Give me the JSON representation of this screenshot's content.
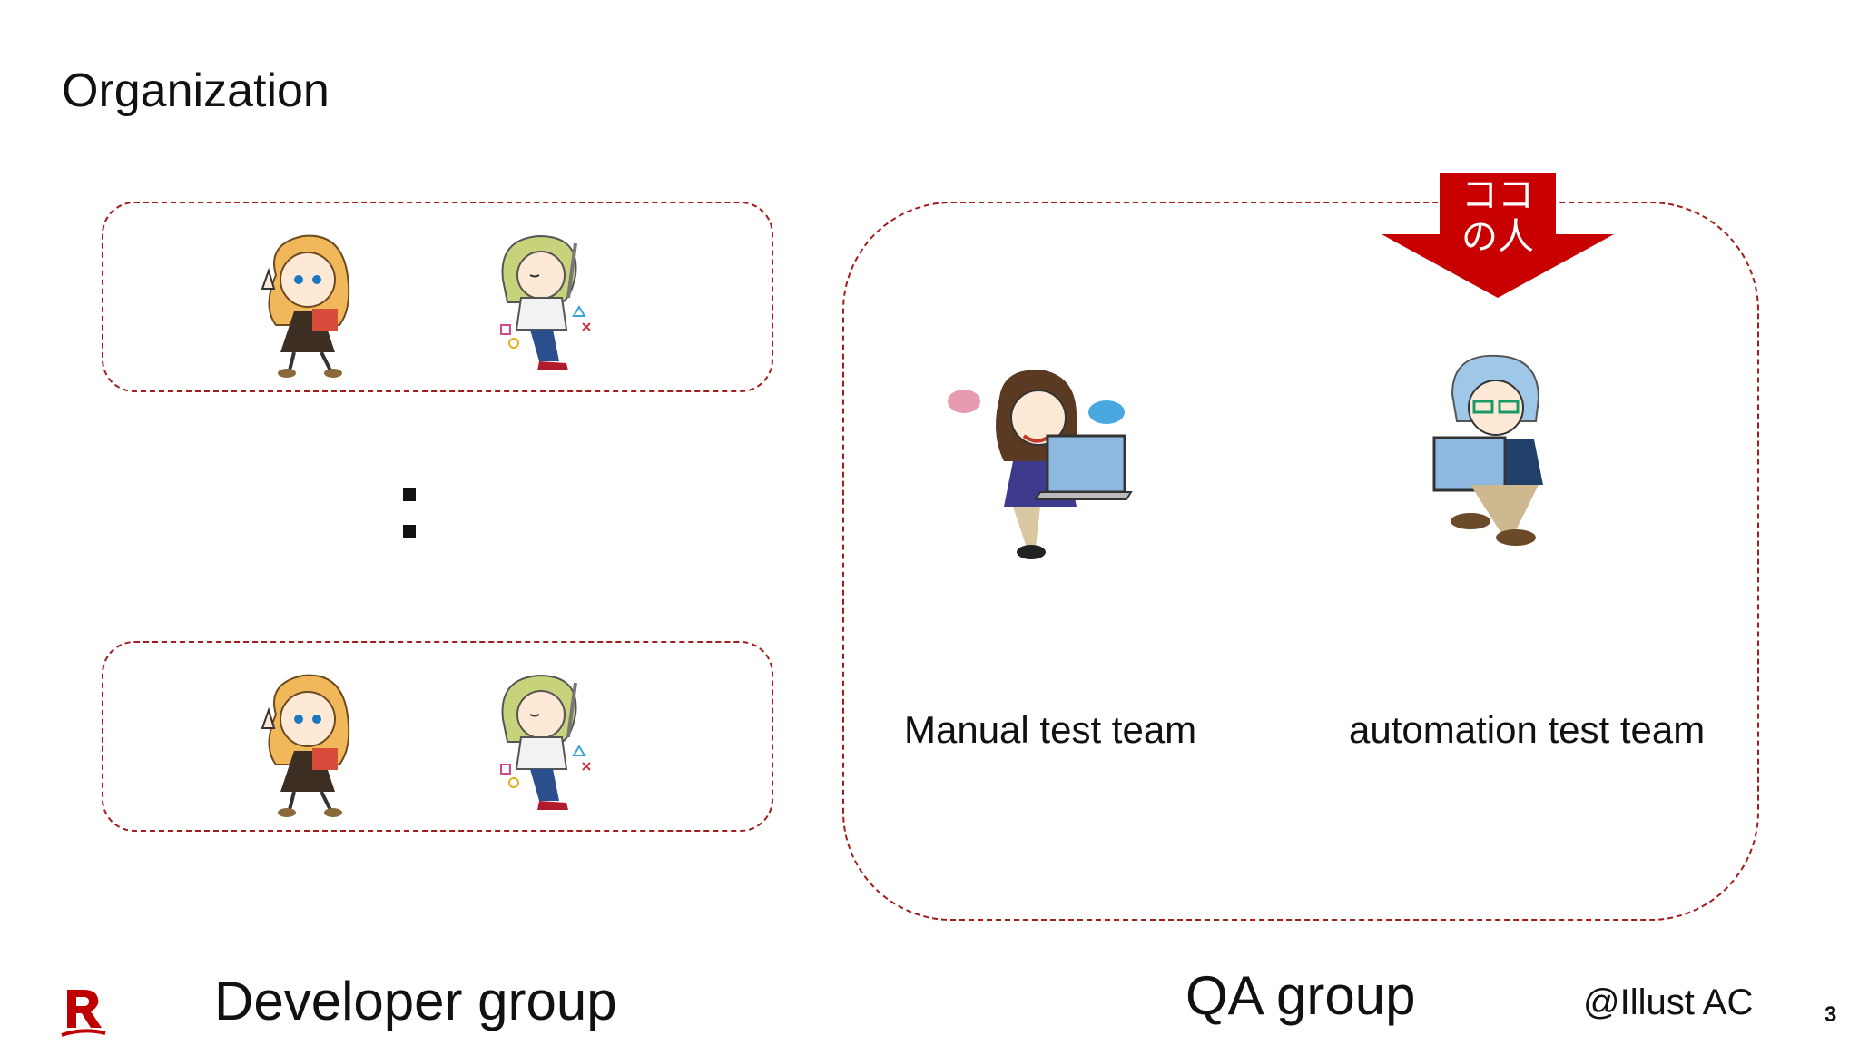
{
  "slide": {
    "title": "Organization",
    "developer_group_label": "Developer group",
    "qa_group_label": "QA group",
    "manual_team_label": "Manual test team",
    "automation_team_label": "automation test team",
    "callout": {
      "line1": "ココ",
      "line2": "の人"
    },
    "credit": "@Illust AC",
    "page_number": "3"
  },
  "colors": {
    "accent_red": "#c80000",
    "dashed_border": "#a31c1c",
    "logo_red": "#bf0000"
  },
  "icons": [
    "rakuten-logo-icon",
    "down-arrow-icon"
  ]
}
